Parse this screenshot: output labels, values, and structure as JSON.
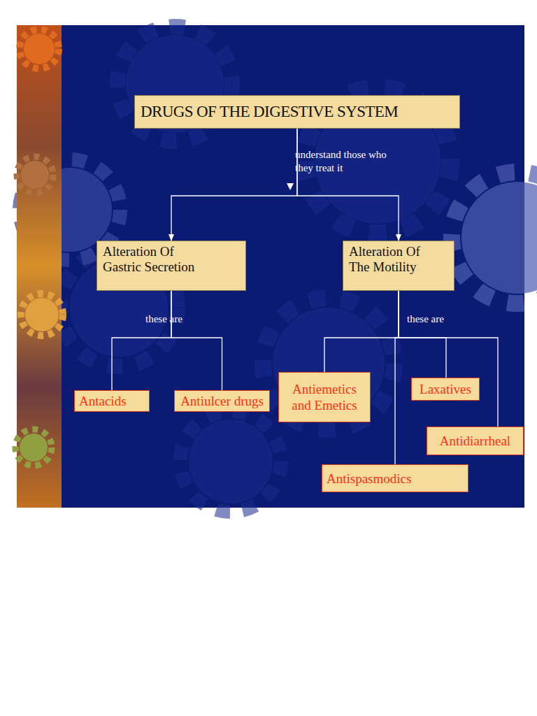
{
  "diagram": {
    "nodes": [
      {
        "text": [
          "DRUGS OF THE DIGESTIVE SYSTEM"
        ]
      },
      {
        "text": [
          "Alteration Of Gastric Secretion"
        ]
      },
      {
        "text": [
          "Alteration Of The Motility"
        ]
      },
      {
        "text": [
          "Antacids"
        ]
      },
      {
        "text": [
          "Antiulcer drugs"
        ]
      },
      {
        "text": [
          "Antiemetics and Emetics"
        ]
      },
      {
        "text": [
          "Laxatives"
        ]
      },
      {
        "text": [
          "Antidiarrheal"
        ]
      },
      {
        "text": [
          "Antispasmodics"
        ]
      }
    ],
    "edges": [
      {
        "from": 0,
        "to": 1,
        "arrow": "to",
        "label": "understand those who they treat it"
      },
      {
        "from": 0,
        "to": 2,
        "arrow": "to"
      },
      {
        "from": 1,
        "to": 3,
        "arrow": "none",
        "label": "these are"
      },
      {
        "from": 1,
        "to": 4,
        "arrow": "none"
      },
      {
        "from": 2,
        "to": 5,
        "arrow": "none",
        "label": "these are"
      },
      {
        "from": 2,
        "to": 8,
        "arrow": "none"
      },
      {
        "from": 2,
        "to": 6,
        "arrow": "none"
      },
      {
        "from": 2,
        "to": 7,
        "arrow": "none"
      }
    ]
  }
}
